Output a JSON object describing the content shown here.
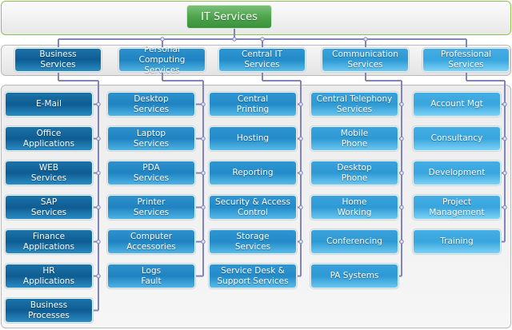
{
  "title": "IT Services",
  "colors": {
    "connector": "#8184b8",
    "root_green": "#4ea54d",
    "panel_border_top": "#8cc152"
  },
  "categories": [
    {
      "label": "Business\nServices",
      "items": [
        "E-Mail",
        "Office Applications",
        "WEB Services",
        "SAP Services",
        "Finance Applications",
        "HR Applications",
        "Business Processes"
      ]
    },
    {
      "label": "Personal Computing\nServices",
      "items": [
        "Desktop Services",
        "Laptop Services",
        "PDA Services",
        "Printer Services",
        "Computer Accessories",
        "Logs Fault"
      ]
    },
    {
      "label": "Central IT\nServices",
      "items": [
        "Central Printing",
        "Hosting",
        "Reporting",
        "Security & Access Control",
        "Storage Services",
        "Service Desk & Support Services"
      ]
    },
    {
      "label": "Communication\nServices",
      "items": [
        "Central Telephony Services",
        "Mobile Phone",
        "Desktop Phone",
        "Home Working",
        "Conferencing",
        "PA Systems"
      ]
    },
    {
      "label": "Professional\nServices",
      "items": [
        "Account Mgt",
        "Consultancy",
        "Development",
        "Project Management",
        "Training"
      ]
    }
  ],
  "item_lines": [
    [
      [
        "E-Mail"
      ],
      [
        "Office",
        "Applications"
      ],
      [
        "WEB",
        "Services"
      ],
      [
        "SAP",
        "Services"
      ],
      [
        "Finance",
        "Applications"
      ],
      [
        "HR",
        "Applications"
      ],
      [
        "Business",
        "Processes"
      ]
    ],
    [
      [
        "Desktop",
        "Services"
      ],
      [
        "Laptop",
        "Services"
      ],
      [
        "PDA",
        "Services"
      ],
      [
        "Printer",
        "Services"
      ],
      [
        "Computer",
        "Accessories"
      ],
      [
        "Logs",
        "Fault"
      ]
    ],
    [
      [
        "Central",
        "Printing"
      ],
      [
        "Hosting"
      ],
      [
        "Reporting"
      ],
      [
        "Security & Access",
        "Control"
      ],
      [
        "Storage",
        "Services"
      ],
      [
        "Service Desk &",
        "Support Services"
      ]
    ],
    [
      [
        "Central Telephony",
        "Services"
      ],
      [
        "Mobile",
        "Phone"
      ],
      [
        "Desktop",
        "Phone"
      ],
      [
        "Home",
        "Working"
      ],
      [
        "Conferencing"
      ],
      [
        "PA Systems"
      ]
    ],
    [
      [
        "Account Mgt"
      ],
      [
        "Consultancy"
      ],
      [
        "Development"
      ],
      [
        "Project",
        "Management"
      ],
      [
        "Training"
      ]
    ]
  ],
  "category_lines": [
    [
      "Business",
      "Services"
    ],
    [
      "Personal Computing",
      "Services"
    ],
    [
      "Central IT",
      "Services"
    ],
    [
      "Communication",
      "Services"
    ],
    [
      "Professional",
      "Services"
    ]
  ]
}
